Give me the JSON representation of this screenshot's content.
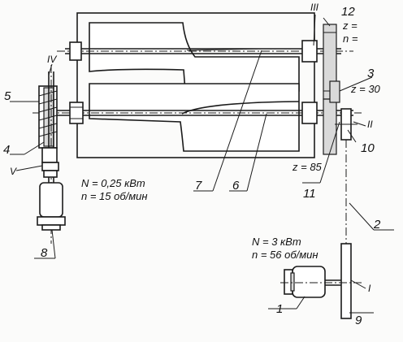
{
  "labels": {
    "n1": "1",
    "n2": "2",
    "n3": "3",
    "n4": "4",
    "n5": "5",
    "n6": "6",
    "n7": "7",
    "n8": "8",
    "n9": "9",
    "n10": "10",
    "n11": "11",
    "n12": "12",
    "r1": "I",
    "r2": "II",
    "r3": "III",
    "r4": "IV",
    "r5": "V"
  },
  "params": {
    "gear12_z": "z =",
    "gear12_n": "n =",
    "gear3_z": "z = 30",
    "gear11_z": "z = 85",
    "motor8_N": "N = 0,25 кВт",
    "motor8_n": "n = 15 об/мин",
    "motor1_N": "N = 3 кВт",
    "motor1_n": "n = 56 об/мин"
  }
}
